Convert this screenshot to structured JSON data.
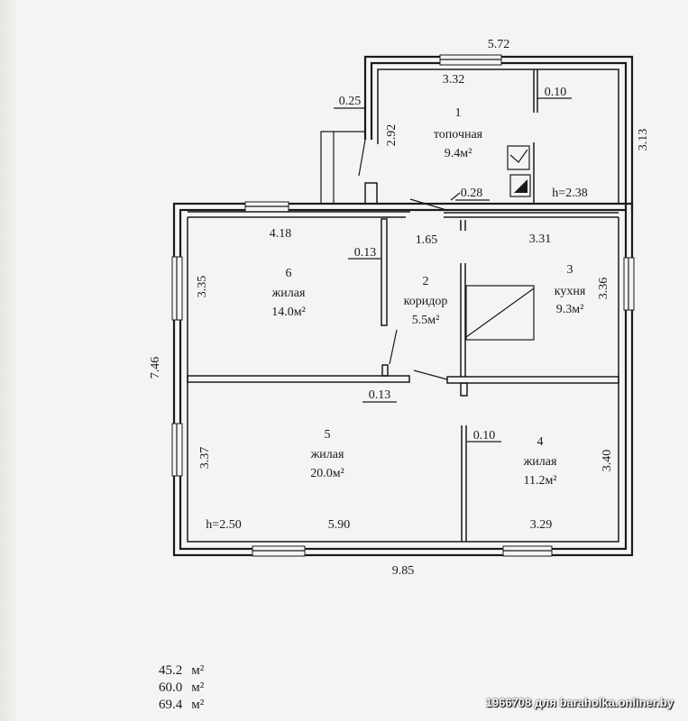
{
  "rooms": [
    {
      "number": "1",
      "name": "топочная",
      "area": "9.4м²"
    },
    {
      "number": "2",
      "name": "коридор",
      "area": "5.5м²"
    },
    {
      "number": "3",
      "name": "кухня",
      "area": "9.3м²"
    },
    {
      "number": "4",
      "name": "жилая",
      "area": "11.2м²"
    },
    {
      "number": "5",
      "name": "жилая",
      "area": "20.0м²"
    },
    {
      "number": "6",
      "name": "жилая",
      "area": "14.0м²"
    }
  ],
  "dimensions": {
    "top_total": "5.72",
    "room1_top": "3.32",
    "room1_side": "3.13",
    "room1_height": "2.92",
    "wall_025": "0.25",
    "wall_010_top": "0.10",
    "wall_028": "0.28",
    "height_238": "h=2.38",
    "room6_top": "4.18",
    "wall_013_top": "0.13",
    "corridor_165": "1.65",
    "room3_top": "3.31",
    "room6_side": "3.35",
    "room3_side": "3.36",
    "overall_height": "7.46",
    "wall_013_mid": "0.13",
    "wall_010_mid": "0.10",
    "room5_side": "3.37",
    "room4_side": "3.40",
    "height_250": "h=2.50",
    "room5_bottom": "5.90",
    "room4_bottom": "3.29",
    "overall_width": "9.85"
  },
  "totals": [
    {
      "value": "45.2",
      "unit": "м²"
    },
    {
      "value": "60.0",
      "unit": "м²"
    },
    {
      "value": "69.4",
      "unit": "м²"
    }
  ],
  "watermark": "1966708 для baraholka.onliner.by"
}
